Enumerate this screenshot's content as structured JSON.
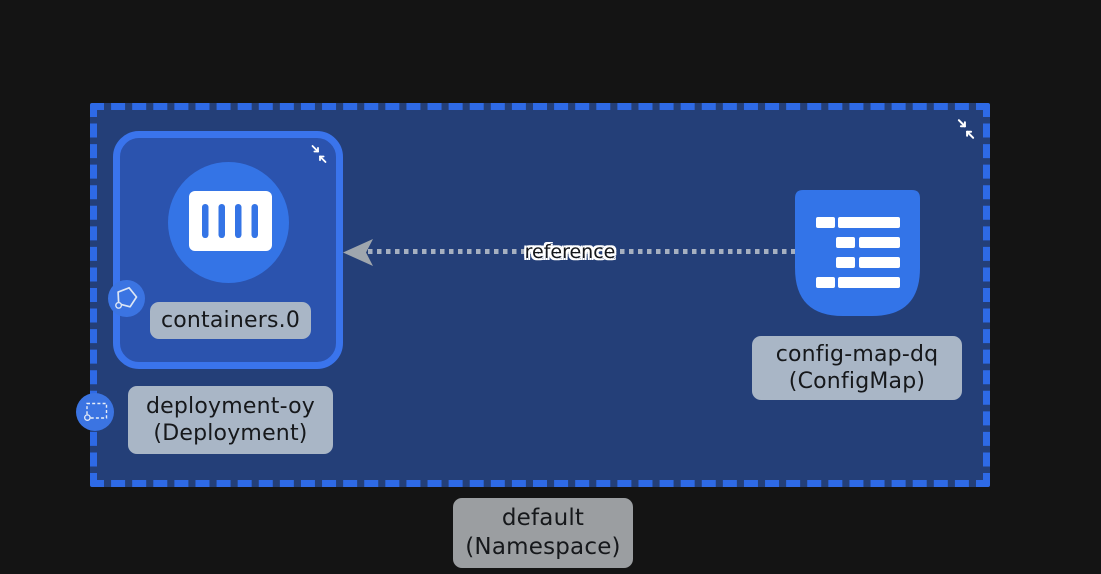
{
  "canvas": {
    "background": "#141414"
  },
  "namespace": {
    "name_label": "default",
    "kind_label": "(Namespace)",
    "border_color": "#2E6AE6",
    "fill_color": "#243F78"
  },
  "deployment": {
    "name_label": "deployment-oy",
    "kind_label": "(Deployment)",
    "border_color": "#3A74EC",
    "fill_color": "#2B53AE"
  },
  "container": {
    "name_label": "containers.0",
    "circle_color": "#3474E6"
  },
  "configmap": {
    "name_label": "config-map-dq",
    "kind_label": "(ConfigMap)",
    "icon_color": "#3374E8"
  },
  "edge": {
    "label": "reference",
    "line_color": "#A7ADB5"
  },
  "icons": {
    "collapse": "collapse-arrows-icon",
    "pod": "pentagon-pod-icon",
    "deployment_badge": "dashed-rect-deployment-icon",
    "container": "container-bars-icon",
    "configmap": "config-list-icon"
  },
  "label_style": {
    "node_label_bg": "#A9B6C6",
    "namespace_label_bg": "#9B9EA1",
    "text_color": "#16181B"
  }
}
